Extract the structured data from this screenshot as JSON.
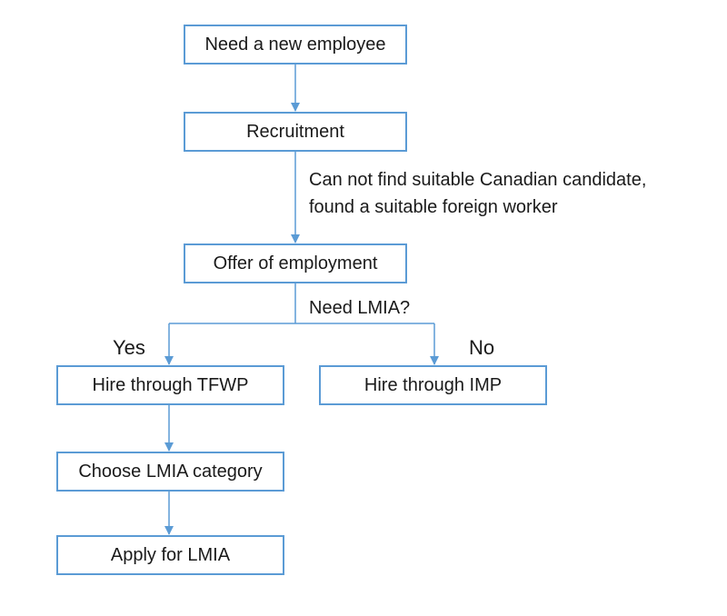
{
  "diagram": {
    "nodes": {
      "need": "Need a new employee",
      "recruitment": "Recruitment",
      "offer": "Offer of employment",
      "tfwp": "Hire through TFWP",
      "imp": "Hire through IMP",
      "category": "Choose LMIA category",
      "apply": "Apply for LMIA"
    },
    "edge_labels": {
      "recruit_line1": "Can not find suitable Canadian candidate,",
      "recruit_line2": "found a suitable foreign worker",
      "decision": "Need LMIA?",
      "yes": "Yes",
      "no": "No"
    },
    "colors": {
      "connector": "#5b9bd5",
      "box_border": "#5b9bd5"
    }
  }
}
